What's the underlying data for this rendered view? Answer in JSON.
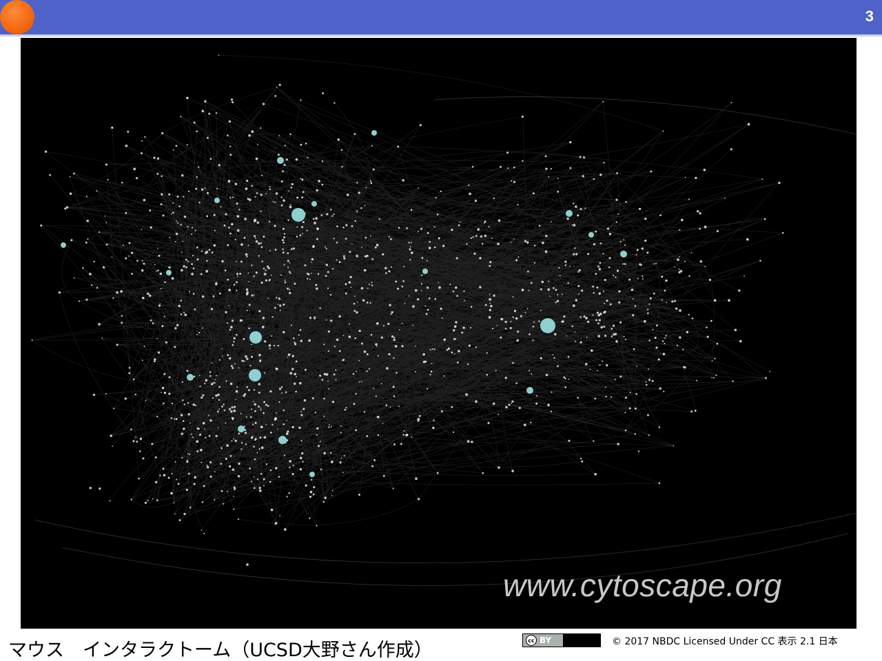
{
  "header": {
    "page_number": "3",
    "accent_color": "#4f62c9",
    "dot_color": "#f36a10"
  },
  "figure": {
    "watermark": "www.cytoscape.org",
    "background_color": "#000000",
    "node_color": "#8fcfcf"
  },
  "footer": {
    "caption": "マウス　インタラクトーム（UCSD大野さん作成）",
    "cc_badge": {
      "circle_text": "cc",
      "label": "BY"
    },
    "license_text": "© 2017   NBDC Licensed Under CC 表示 2.1 日本"
  }
}
